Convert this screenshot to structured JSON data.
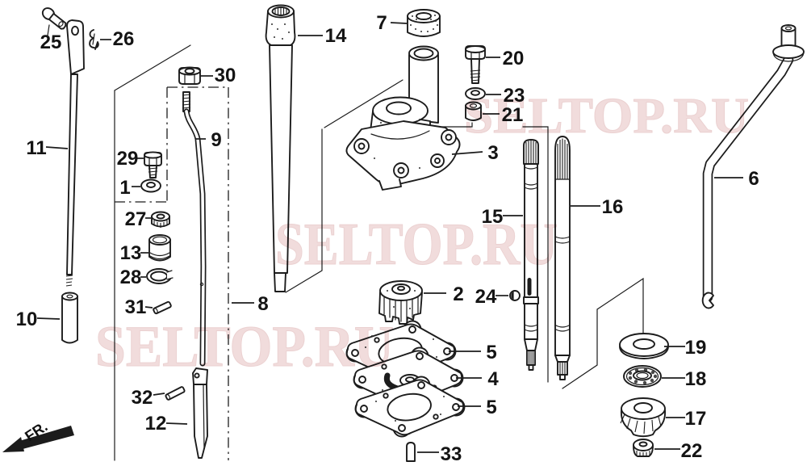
{
  "diagram": {
    "background": "#ffffff",
    "ink_color": "#1c1c1c",
    "watermark": {
      "text": "SELTOP.RU",
      "color": "#f0d9d9"
    },
    "direction_indicator": "FR.",
    "callouts": {
      "c1": "1",
      "c2": "2",
      "c3": "3",
      "c4": "4",
      "c5": "5",
      "c6": "6",
      "c7": "7",
      "c8": "8",
      "c9": "9",
      "c10": "10",
      "c11": "11",
      "c12": "12",
      "c13": "13",
      "c14": "14",
      "c15": "15",
      "c16": "16",
      "c17": "17",
      "c18": "18",
      "c19": "19",
      "c20": "20",
      "c21": "21",
      "c22": "22",
      "c23": "23",
      "c24": "24",
      "c25": "25",
      "c26": "26",
      "c27": "27",
      "c28": "28",
      "c29": "29",
      "c30": "30",
      "c31": "31",
      "c32": "32",
      "c33": "33"
    }
  }
}
